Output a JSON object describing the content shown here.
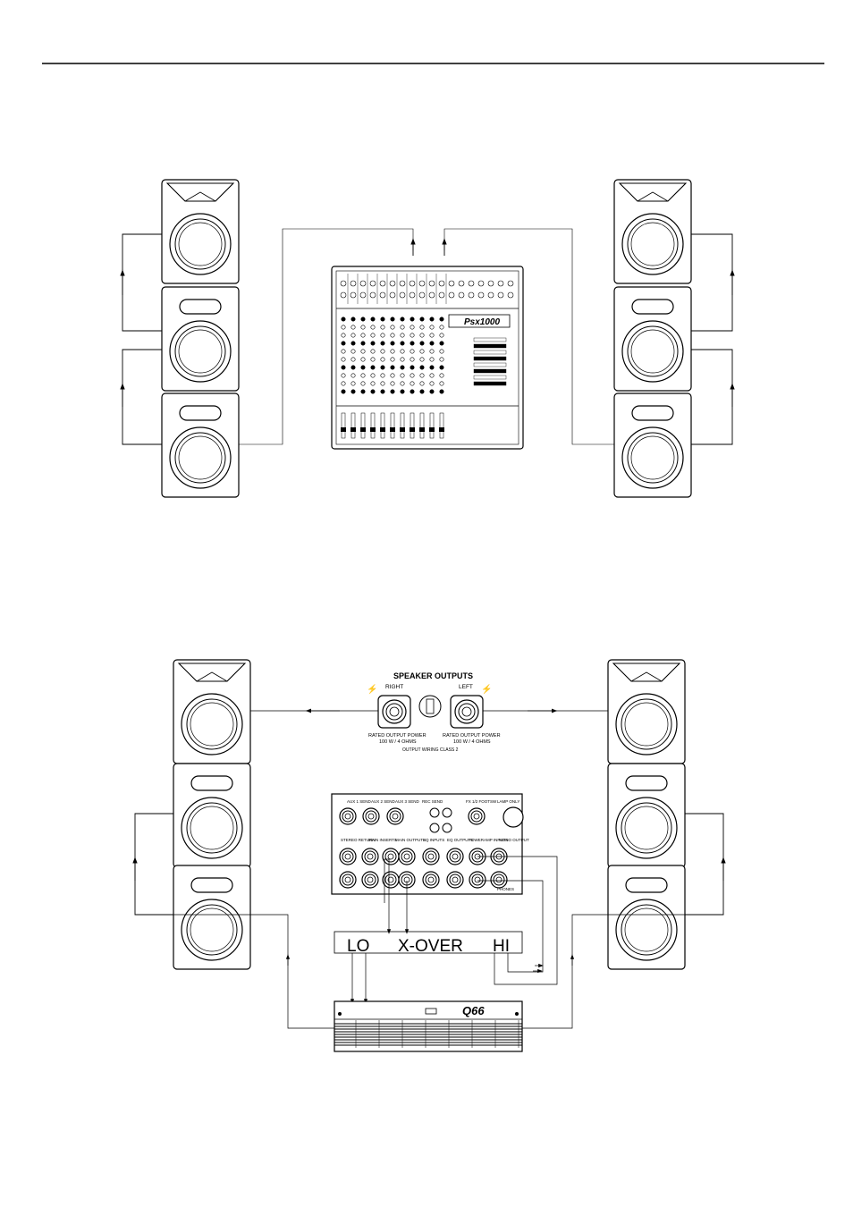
{
  "diagram1": {
    "mixer": {
      "logo": "Psx1000"
    }
  },
  "diagram2": {
    "rear_panel": {
      "speaker_outputs_title": "SPEAKER OUTPUTS",
      "right_label": "RIGHT",
      "left_label": "LEFT",
      "right_rating": "RATED OUTPUT POWER",
      "right_power": "100 W / 4 OHMS",
      "left_rating": "RATED OUTPUT POWER",
      "left_power": "100 W / 4 OHMS",
      "wiring_class": "OUTPUT WIRING CLASS 2",
      "jack_labels": {
        "aux1_send": "AUX 1 SEND",
        "aux2_send": "AUX 2 SEND",
        "aux3_send": "AUX 3 SEND",
        "rec_send": "REC SEND",
        "fx_footsw": "FX 1/2 FOOTSW",
        "lamp": "LAMP ONLY",
        "stereo_return": "STEREO RETURN",
        "main_inserts": "MAIN INSERTS",
        "main_outputs": "MAIN OUTPUTS",
        "eq_inputs": "EQ INPUTS",
        "eq_outputs": "EQ OUTPUTS",
        "poweramp_inputs": "POWERAMP INPUTS",
        "mono_output": "MONO OUTPUT",
        "phones": "PHONES"
      }
    },
    "crossover": {
      "lo": "LO",
      "name": "X-OVER",
      "hi": "HI"
    },
    "amplifier": {
      "logo": "Q66"
    }
  }
}
